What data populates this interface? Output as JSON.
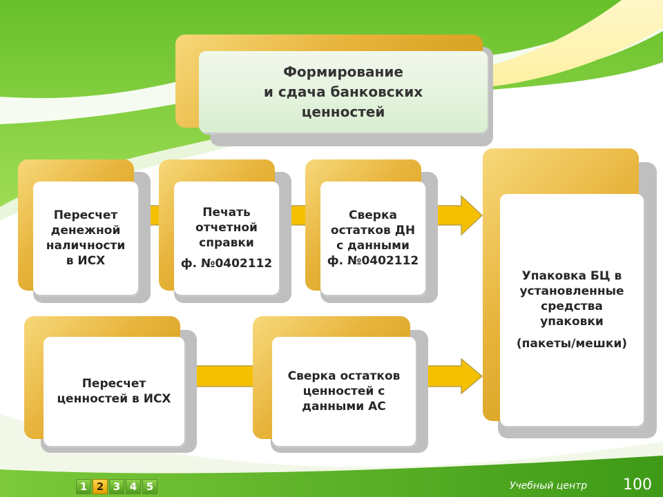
{
  "title": {
    "lines": [
      "Формирование",
      "и сдача банковских",
      "ценностей"
    ]
  },
  "row1": {
    "box1": [
      "Пересчет",
      "денежной",
      "наличности",
      "в ИСХ"
    ],
    "box2": [
      "Печать",
      "отчетной",
      "справки"
    ],
    "box2_form": "ф. №0402112",
    "box3": [
      "Сверка",
      "остатков ДН",
      "с данными",
      "ф. №0402112"
    ]
  },
  "row2": {
    "box1": [
      "Пересчет",
      "ценностей в ИСХ"
    ],
    "box2": [
      "Сверка остатков",
      "ценностей с",
      "данными АС"
    ]
  },
  "result": {
    "lines": [
      "Упаковка БЦ в",
      "установленные",
      "средства",
      "упаковки"
    ],
    "note": "(пакеты/мешки)"
  },
  "footer": {
    "nav": [
      "1",
      "2",
      "3",
      "4",
      "5"
    ],
    "active_index": 1,
    "label": "Учебный центр",
    "page_number": "100"
  },
  "colors": {
    "gold": "#e7b33a",
    "arrow": "#f5c000",
    "green_band": "#4fb11d"
  }
}
